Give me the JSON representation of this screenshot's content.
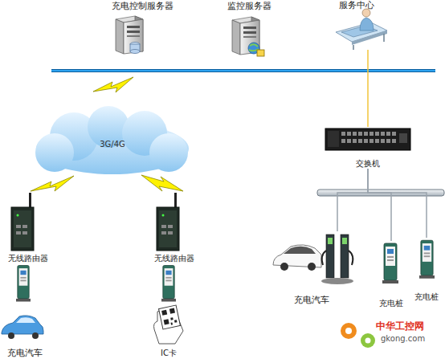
{
  "diagram": {
    "nodes": [
      {
        "text": [
          "充电控制服务器"
        ]
      },
      {
        "text": [
          "监控服务器"
        ]
      },
      {
        "text": [
          "服务中心"
        ]
      },
      {
        "text": [
          "3G/4G"
        ]
      },
      {
        "text": [
          "无线路由器"
        ]
      },
      {
        "text": [
          "无线路由器"
        ]
      },
      {
        "text": [
          "交换机"
        ]
      },
      {
        "text": [
          "充电汽车"
        ]
      },
      {
        "text": [
          "IC卡"
        ]
      },
      {
        "text": [
          "充电汽车"
        ]
      },
      {
        "text": [
          "充电桩"
        ]
      },
      {
        "text": [
          "充电桩"
        ]
      }
    ],
    "edges": [
      {
        "from": 2,
        "to": 6,
        "arrow": "none"
      },
      {
        "from": 6,
        "to": 9,
        "arrow": "none"
      },
      {
        "from": 6,
        "to": 10,
        "arrow": "none"
      },
      {
        "from": 6,
        "to": 11,
        "arrow": "none"
      }
    ],
    "labels": [
      "中华工控网",
      "gkong.com"
    ]
  }
}
